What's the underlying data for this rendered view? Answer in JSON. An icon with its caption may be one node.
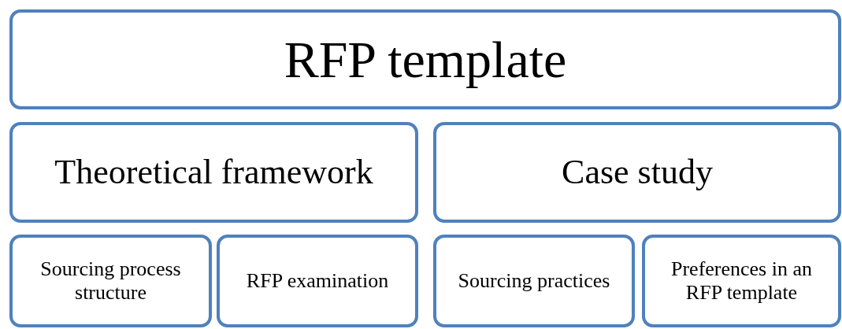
{
  "diagram": {
    "nodes": [
      {
        "text": [
          "RFP template"
        ]
      },
      {
        "text": [
          "Theoretical framework"
        ]
      },
      {
        "text": [
          "Case study"
        ]
      },
      {
        "text": [
          "Sourcing process structure"
        ]
      },
      {
        "text": [
          "RFP examination"
        ]
      },
      {
        "text": [
          "Sourcing practices"
        ]
      },
      {
        "text": [
          "Preferences in an RFP template"
        ]
      }
    ]
  }
}
